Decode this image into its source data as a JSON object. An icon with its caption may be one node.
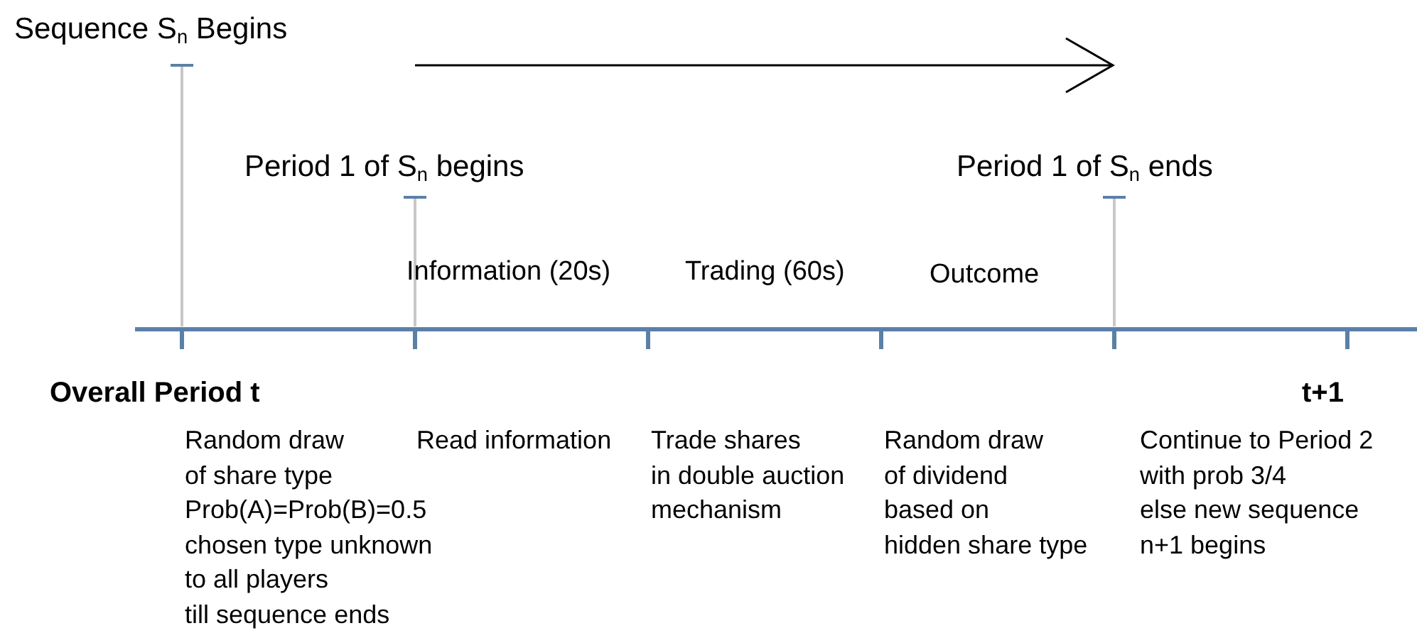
{
  "diagram": {
    "labels": [
      "Sequence S$_{n}$ Begins",
      "Period 1 of S$_{n}$ begins",
      "Period 1 of S$_{n}$ ends",
      "Information (20s)",
      "Trading (60s)",
      "Outcome",
      "Overall Period t",
      "t+1",
      "Random draw",
      "Read information",
      "Trade shares",
      "Random draw",
      "Continue to Period 2",
      "of share type",
      "in double auction",
      "of dividend",
      "with prob 3/4",
      "Prob(A)=Prob(B)=0.5",
      "mechanism",
      "based on",
      "else new sequence",
      "chosen type unknown",
      "hidden share type",
      "n+1 begins",
      "to all players",
      "till sequence ends"
    ]
  }
}
